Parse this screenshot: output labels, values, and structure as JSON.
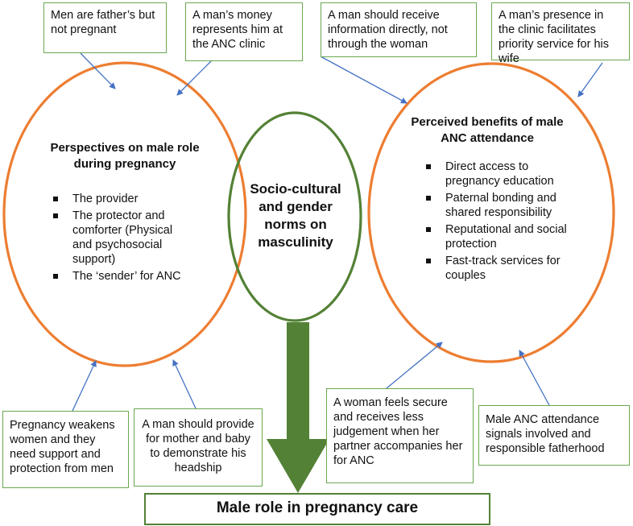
{
  "colors": {
    "orange": "#ed7d31",
    "green": "#538135",
    "box_border": "#6aa84f",
    "arrow": "#4472c4"
  },
  "top_boxes": [
    {
      "text": "Men are father’s but not pregnant"
    },
    {
      "text": "A man’s money represents him at the ANC clinic"
    },
    {
      "text": "A man should receive information directly, not through the woman"
    },
    {
      "text": "A man’s presence in the clinic facilitates priority service for his wife"
    }
  ],
  "bottom_boxes": [
    {
      "text": "Pregnancy weakens women and they need support and protection from men"
    },
    {
      "text": "A man should provide for mother and baby to demonstrate his headship"
    },
    {
      "text": "A woman feels secure and receives less judgement when her partner accompanies her for ANC"
    },
    {
      "text": "Male ANC attendance signals involved and responsible fatherhood"
    }
  ],
  "left_circle": {
    "title": "Perspectives on male role during pregnancy",
    "items": [
      "The provider",
      "The protector and comforter (Physical and psychosocial support)",
      "The ‘sender’ for ANC"
    ]
  },
  "center_circle": {
    "title": "Socio-cultural and gender norms on masculinity"
  },
  "right_circle": {
    "title": "Perceived benefits of male ANC attendance",
    "items": [
      "Direct access to pregnancy education",
      "Paternal bonding and shared responsibility",
      " Reputational and social protection",
      "Fast-track services for couples"
    ]
  },
  "outcome": {
    "text": "Male role in pregnancy care"
  }
}
